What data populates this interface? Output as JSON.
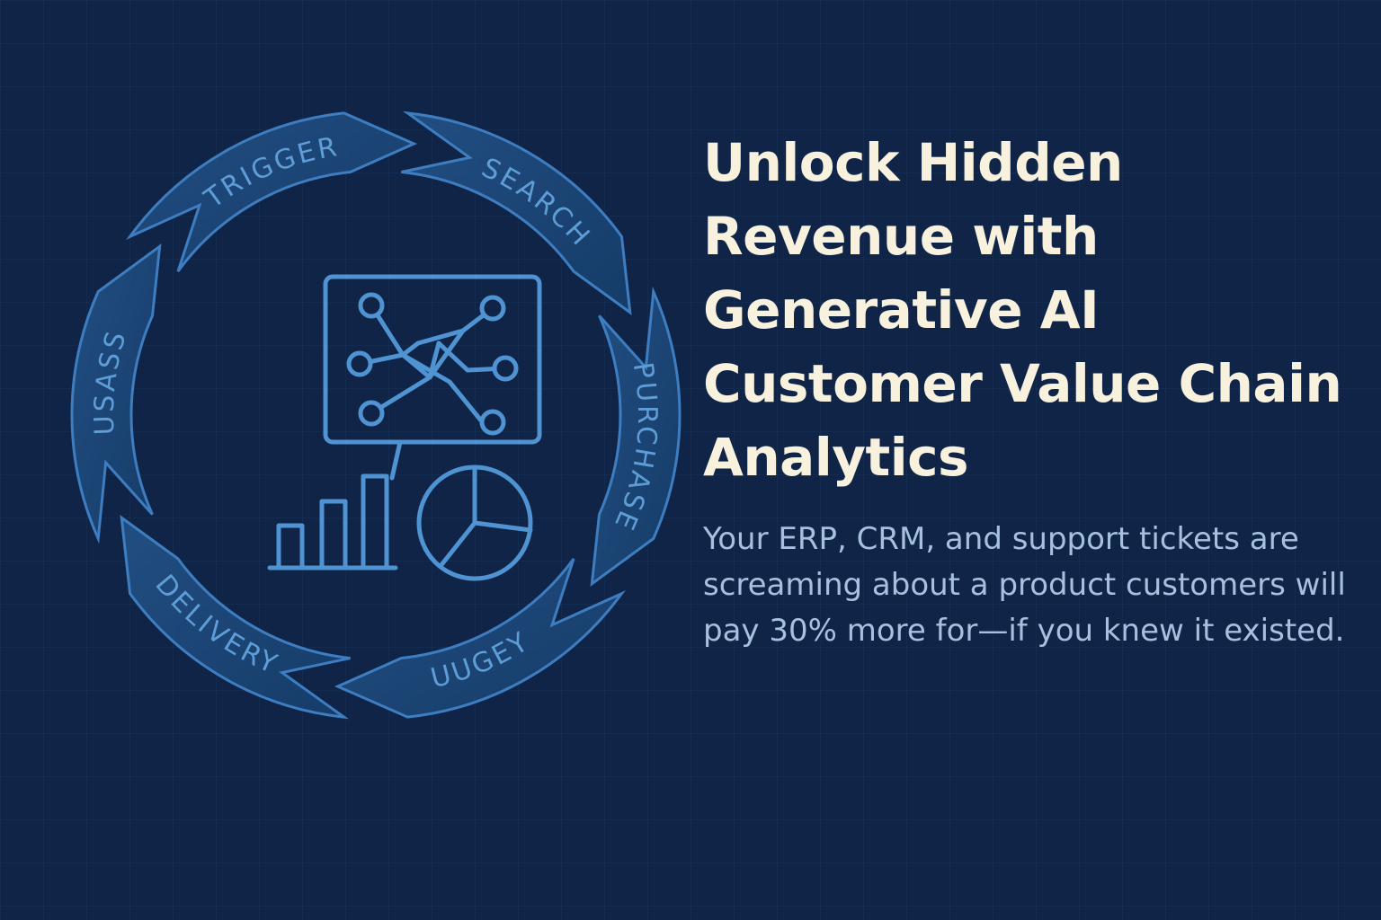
{
  "headline": {
    "title": "Unlock Hidden Revenue with Generative AI Customer Value Chain Analytics",
    "subtitle": "Your ERP, CRM, and support tickets are screaming about a product customers will pay 30% more for—if you knew it existed."
  },
  "cycle": {
    "stages": [
      "TRIGGER",
      "SEARCH",
      "PURCHASE",
      "UUGEY",
      "DELIVERY",
      "USASS"
    ]
  },
  "icons": [
    "network-diagram-icon",
    "bar-chart-icon",
    "pie-chart-icon"
  ],
  "colors": {
    "background": "#0f2446",
    "arrow_fill": "#1d4d82",
    "arrow_stroke": "#3d7dc0",
    "label": "#5e9dd6",
    "icon": "#4f93d2",
    "title": "#f7f1de",
    "subtitle": "#a7c0e0"
  }
}
